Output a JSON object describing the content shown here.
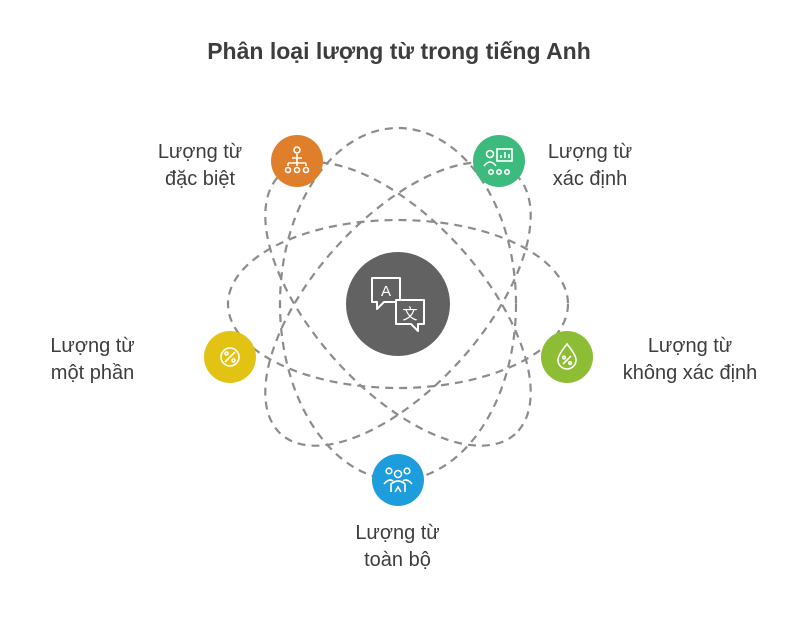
{
  "title": "Phân loại lượng từ trong tiếng Anh",
  "center": {
    "icon": "translate-icon",
    "color": "#626262"
  },
  "nodes": [
    {
      "id": "special",
      "line1": "Lượng từ",
      "line2": "đặc biệt",
      "color": "#e07f2b",
      "icon": "hierarchy-people-icon"
    },
    {
      "id": "definite",
      "line1": "Lượng từ",
      "line2": "xác định",
      "color": "#3dbb7e",
      "icon": "presenter-board-icon"
    },
    {
      "id": "partial",
      "line1": "Lượng từ",
      "line2": "một phần",
      "color": "#e2c313",
      "icon": "percent-circle-icon"
    },
    {
      "id": "indefinite",
      "line1": "Lượng từ",
      "line2": "không xác định",
      "color": "#8dbd34",
      "icon": "percent-drop-icon"
    },
    {
      "id": "whole",
      "line1": "Lượng từ",
      "line2": "toàn bộ",
      "color": "#1e9ddd",
      "icon": "group-people-icon"
    }
  ]
}
